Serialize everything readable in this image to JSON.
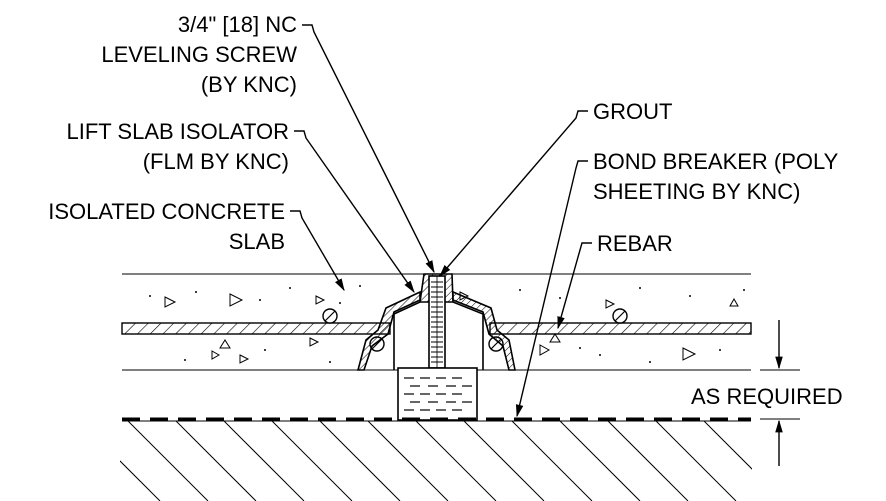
{
  "labels": {
    "screw_line1": "3/4\" [18] NC",
    "screw_line2": "LEVELING SCREW",
    "screw_line3": "(BY KNC)",
    "isolator_line1": "LIFT SLAB ISOLATOR",
    "isolator_line2": "(FLM BY KNC)",
    "slab_line1": "ISOLATED CONCRETE",
    "slab_line2": "SLAB",
    "grout": "GROUT",
    "bond_line1": "BOND BREAKER (POLY",
    "bond_line2": "SHEETING BY KNC)",
    "rebar": "REBAR",
    "as_required": "AS REQUIRED"
  }
}
